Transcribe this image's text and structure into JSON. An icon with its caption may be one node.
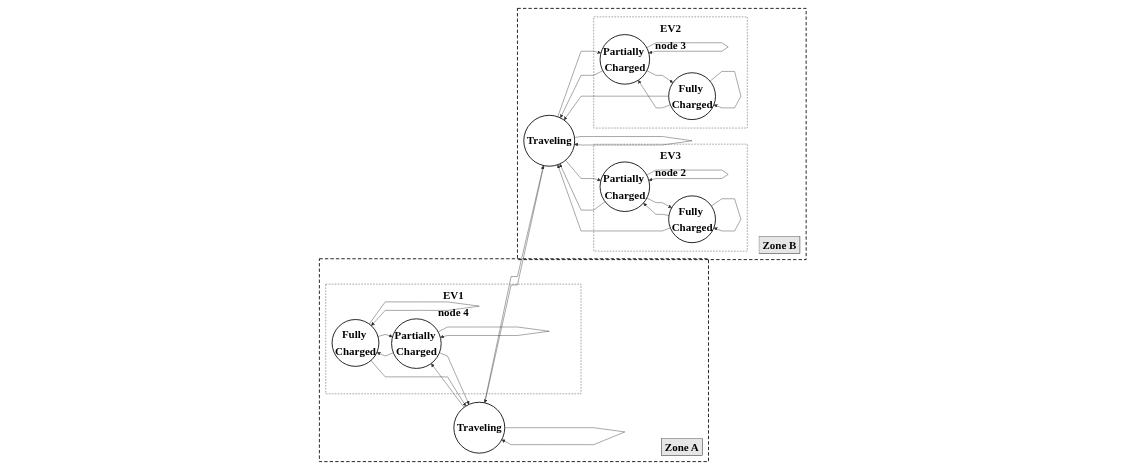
{
  "diagram": {
    "nodes": [
      {
        "text": [
          "Zone A"
        ]
      },
      {
        "text": [
          "EV1",
          "node 4"
        ],
        "in": 0
      },
      {
        "text": [
          "Fully Charged"
        ],
        "in": 1
      },
      {
        "text": [
          "Partially Charged"
        ],
        "in": 1
      },
      {
        "text": [
          "Traveling"
        ],
        "in": 0
      },
      {
        "text": [
          "Zone B"
        ]
      },
      {
        "text": [
          "EV3",
          "node 2"
        ],
        "in": 5
      },
      {
        "text": [
          "Partially Charged"
        ],
        "in": 6
      },
      {
        "text": [
          "Fully Charged"
        ],
        "in": 6
      },
      {
        "text": [
          "Traveling"
        ],
        "in": 5
      },
      {
        "text": [
          "EV2",
          "node 3"
        ],
        "in": 5
      },
      {
        "text": [
          "Partially Charged"
        ],
        "in": 10
      },
      {
        "text": [
          "Fully Charged"
        ],
        "in": 10
      }
    ],
    "edges": [
      {
        "from": 2,
        "to": 3,
        "arrow": "to"
      },
      {
        "from": 3,
        "to": 2,
        "arrow": "to"
      },
      {
        "from": 3,
        "to": 4,
        "arrow": "to"
      },
      {
        "from": 4,
        "to": 3,
        "arrow": "to"
      },
      {
        "from": 2,
        "to": 4,
        "arrow": "to"
      },
      {
        "from": 2,
        "to": 2,
        "arrow": "to"
      },
      {
        "from": 3,
        "to": 3,
        "arrow": "to"
      },
      {
        "from": 4,
        "to": 4,
        "arrow": "to"
      },
      {
        "from": 4,
        "to": 9,
        "arrow": "to"
      },
      {
        "from": 9,
        "to": 4,
        "arrow": "to"
      },
      {
        "from": 9,
        "to": 7,
        "arrow": "to"
      },
      {
        "from": 7,
        "to": 9,
        "arrow": "to"
      },
      {
        "from": 7,
        "to": 8,
        "arrow": "to"
      },
      {
        "from": 8,
        "to": 7,
        "arrow": "to"
      },
      {
        "from": 7,
        "to": 7,
        "arrow": "to"
      },
      {
        "from": 8,
        "to": 8,
        "arrow": "to"
      },
      {
        "from": 8,
        "to": 9,
        "arrow": "to"
      },
      {
        "from": 12,
        "to": 9,
        "arrow": "to"
      },
      {
        "from": 9,
        "to": 9,
        "arrow": "to"
      },
      {
        "from": 9,
        "to": 11,
        "arrow": "to"
      },
      {
        "from": 11,
        "to": 9,
        "arrow": "to"
      },
      {
        "from": 11,
        "to": 12,
        "arrow": "to"
      },
      {
        "from": 12,
        "to": 11,
        "arrow": "to"
      },
      {
        "from": 11,
        "to": 11,
        "arrow": "to"
      },
      {
        "from": 12,
        "to": 12,
        "arrow": "to"
      }
    ]
  }
}
